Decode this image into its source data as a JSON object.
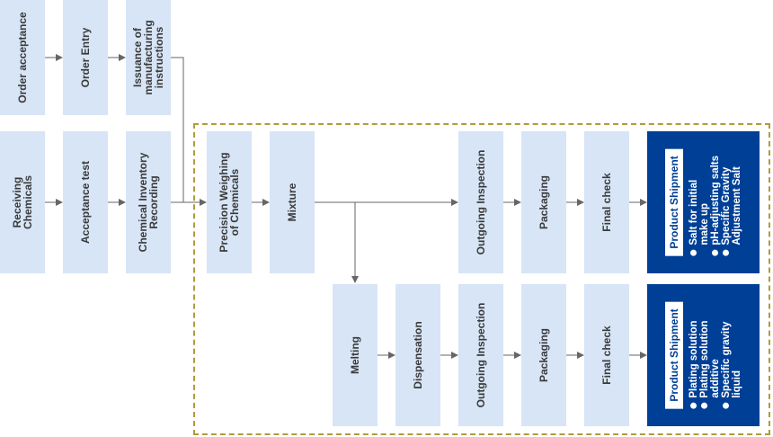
{
  "steps": {
    "order_acceptance": "Order acceptance",
    "order_entry": "Order Entry",
    "issuance": "Issuance of\nmanufacturing\ninstructions",
    "receiving": "Receiving\nChemicals",
    "acceptance_test": "Acceptance test",
    "inventory": "Chemical Inventory\nRecording",
    "weighing": "Precision Weighing\nof Chemicals",
    "mixture": "Mixture",
    "outgoing_1": "Outgoing Inspection",
    "packaging_1": "Packaging",
    "final_1": "Final check",
    "melting": "Melting",
    "dispensation": "Dispensation",
    "outgoing_2": "Outgoing Inspection",
    "packaging_2": "Packaging",
    "final_2": "Final check"
  },
  "shipments": [
    {
      "title": "Product Shipment",
      "items": [
        "Salt for initial\nmake up",
        "pH-adjusting salts",
        "Specific Gravity\nAdjustment Salt"
      ]
    },
    {
      "title": "Product Shipment",
      "items": [
        "Plating solution",
        "Plating solution\nadditive",
        "Specific gravity\nliquid"
      ]
    }
  ],
  "colors": {
    "box": "#d7e5f6",
    "shipment": "#003f96",
    "arrow": "#666666",
    "dashed_border": "#b39a3a"
  }
}
